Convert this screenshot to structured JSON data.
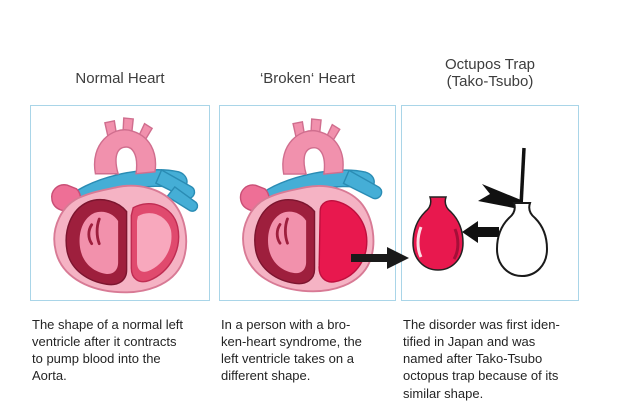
{
  "panels": [
    {
      "title": "Normal Heart",
      "caption": "The shape of a normal left\nventricle after it contracts\nto pump blood into the\nAorta."
    },
    {
      "title": "‘Broken‘ Heart",
      "caption": "In a person with a bro-\nken-heart syndrome, the\nleft ventricle takes on a\ndifferent shape."
    },
    {
      "title": "Octupos Trap\n(Tako-Tsubo)",
      "caption": "The disorder was first iden-\ntified in Japan and was\nnamed after Tako-Tsubo\noctopus trap because of its\nsimilar shape."
    }
  ],
  "colors": {
    "box_border": "#a9d5e8",
    "heart_light_pink": "#f5b3c4",
    "heart_maroon": "#9e1f3d",
    "heart_crimson": "#e8184e",
    "artery_blue": "#45aed6",
    "arrow_black": "#1a1a1a",
    "text": "#242424"
  }
}
